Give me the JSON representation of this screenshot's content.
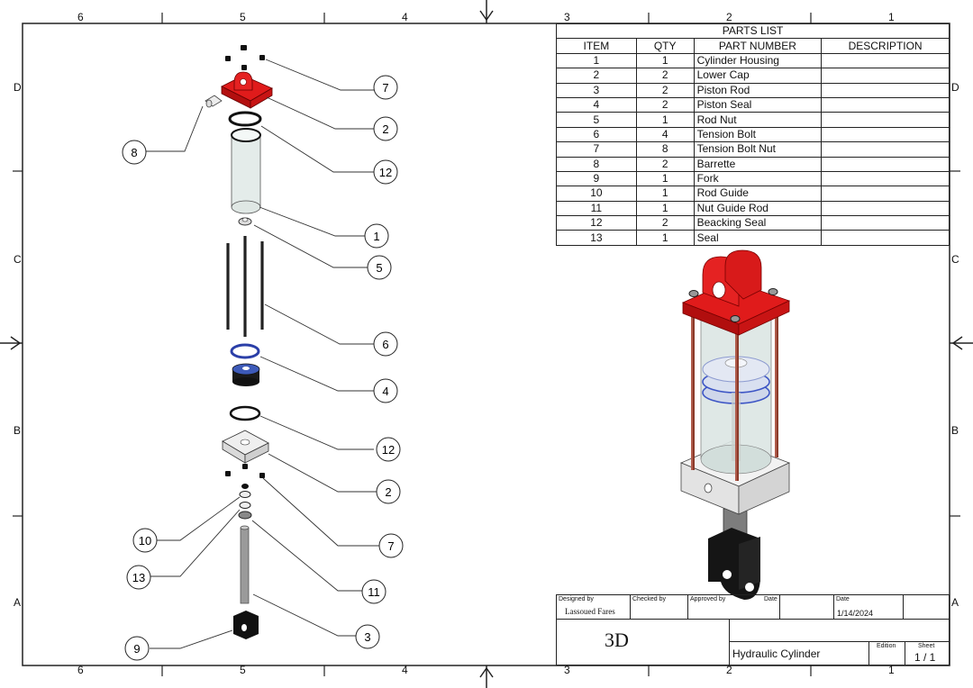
{
  "border": {
    "top_labels": [
      "6",
      "5",
      "4",
      "3",
      "2",
      "1"
    ],
    "bottom_labels": [
      "6",
      "5",
      "4",
      "3",
      "2",
      "1"
    ],
    "left_labels": [
      "D",
      "C",
      "B",
      "A"
    ],
    "right_labels": [
      "D",
      "C",
      "B",
      "A"
    ]
  },
  "parts_list": {
    "title": "PARTS LIST",
    "headers": [
      "ITEM",
      "QTY",
      "PART NUMBER",
      "DESCRIPTION"
    ],
    "rows": [
      {
        "item": "1",
        "qty": "1",
        "part": "Cylinder Housing",
        "desc": ""
      },
      {
        "item": "2",
        "qty": "2",
        "part": "Lower Cap",
        "desc": ""
      },
      {
        "item": "3",
        "qty": "2",
        "part": "Piston Rod",
        "desc": ""
      },
      {
        "item": "4",
        "qty": "2",
        "part": "Piston Seal",
        "desc": ""
      },
      {
        "item": "5",
        "qty": "1",
        "part": "Rod Nut",
        "desc": ""
      },
      {
        "item": "6",
        "qty": "4",
        "part": "Tension Bolt",
        "desc": ""
      },
      {
        "item": "7",
        "qty": "8",
        "part": "Tension Bolt Nut",
        "desc": ""
      },
      {
        "item": "8",
        "qty": "2",
        "part": "Barrette",
        "desc": ""
      },
      {
        "item": "9",
        "qty": "1",
        "part": "Fork",
        "desc": ""
      },
      {
        "item": "10",
        "qty": "1",
        "part": "Rod Guide",
        "desc": ""
      },
      {
        "item": "11",
        "qty": "1",
        "part": "Nut Guide Rod",
        "desc": ""
      },
      {
        "item": "12",
        "qty": "2",
        "part": "Beacking Seal",
        "desc": ""
      },
      {
        "item": "13",
        "qty": "1",
        "part": "Seal",
        "desc": ""
      }
    ]
  },
  "balloons": {
    "b7a": "7",
    "b2a": "2",
    "b8": "8",
    "b12a": "12",
    "b1": "1",
    "b5": "5",
    "b6": "6",
    "b4": "4",
    "b12b": "12",
    "b2b": "2",
    "b7b": "7",
    "b10": "10",
    "b13": "13",
    "b11": "11",
    "b3": "3",
    "b9": "9"
  },
  "title_block": {
    "designed_by_label": "Designed by",
    "designed_by": "Lassoued Fares",
    "checked_by_label": "Checked by",
    "approved_by_label": "Approved by",
    "date_label_1": "Date",
    "date_label_2": "Date",
    "date": "1/14/2024",
    "view_label": "3D",
    "title": "Hydraulic Cylinder",
    "edition_label": "Edition",
    "sheet_label": "Sheet",
    "sheet": "1 / 1"
  },
  "colors": {
    "cap_red": "#e01b1b",
    "seal_blue": "#2b3fa8",
    "housing": "#dfe7e4",
    "rod_brown": "#8b3a2a",
    "metal": "#9a9a9a",
    "black": "#111111"
  }
}
